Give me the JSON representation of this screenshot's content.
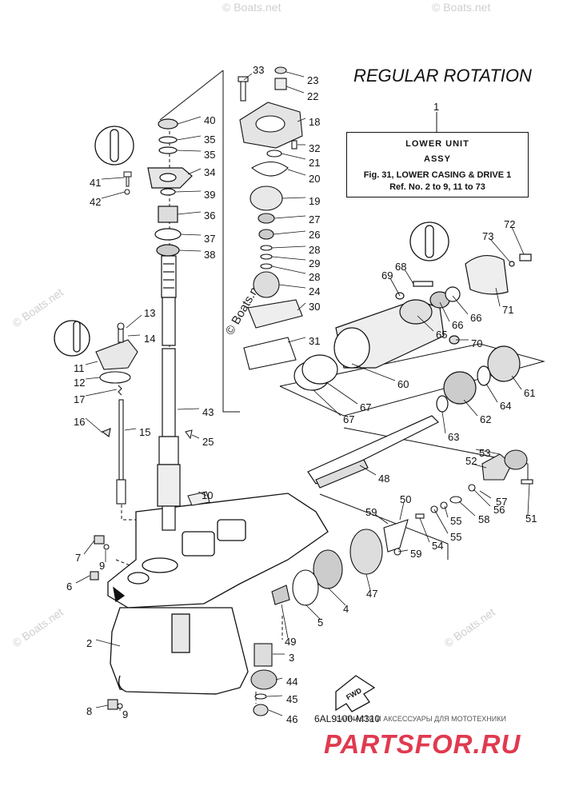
{
  "title": "REGULAR ROTATION",
  "assembly_ref": {
    "number": "1",
    "line1": "LOWER UNIT",
    "line2": "ASSY",
    "line3": "Fig. 31, LOWER CASING & DRIVE 1",
    "line4": "Ref. No. 2 to 9, 11 to 73"
  },
  "drawing_code": "6AL9100-M310",
  "fwd_label": "FWD",
  "watermark": "© Boats.net",
  "brand": {
    "name": "PARTSFOR.RU",
    "tagline": "ЗАПЧАСТИ И АКСЕССУАРЫ ДЛЯ МОТОТЕХНИКИ"
  },
  "callouts": [
    "33",
    "23",
    "22",
    "18",
    "32",
    "21",
    "20",
    "19",
    "27",
    "26",
    "28",
    "29",
    "28",
    "24",
    "30",
    "31",
    "40",
    "35",
    "35",
    "34",
    "41",
    "42",
    "39",
    "36",
    "37",
    "38",
    "13",
    "14",
    "11",
    "12",
    "17",
    "16",
    "15",
    "43",
    "25",
    "10",
    "72",
    "73",
    "68",
    "69",
    "66",
    "66",
    "65",
    "70",
    "71",
    "60",
    "61",
    "67",
    "67",
    "64",
    "62",
    "63",
    "48",
    "53",
    "52",
    "51",
    "50",
    "59",
    "56",
    "55",
    "58",
    "55",
    "54",
    "57",
    "59",
    "47",
    "4",
    "5",
    "7",
    "9",
    "6",
    "2",
    "49",
    "3",
    "44",
    "45",
    "46",
    "8",
    "9"
  ]
}
